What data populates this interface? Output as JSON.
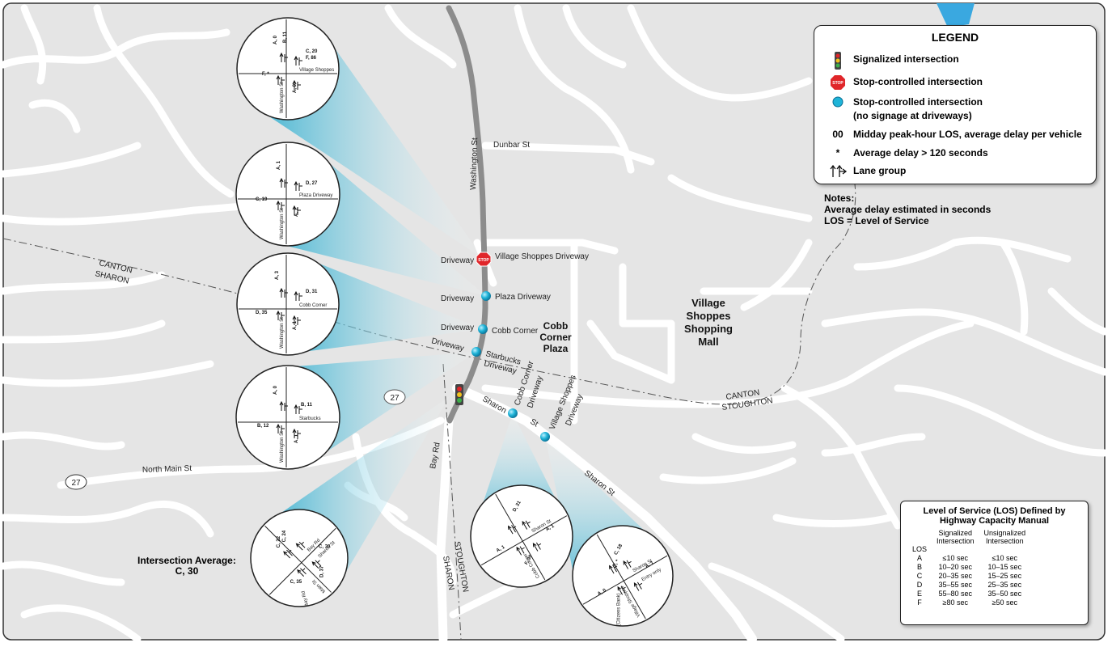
{
  "legend": {
    "title": "LEGEND",
    "items": [
      {
        "icon": "traffic-signal-icon",
        "label": "Signalized intersection"
      },
      {
        "icon": "stop-sign-icon",
        "label": "Stop-controlled intersection"
      },
      {
        "icon": "blue-dot-icon",
        "label": "Stop-controlled intersection"
      },
      {
        "icon": "",
        "label": "(no signage at driveways)"
      },
      {
        "icon": "00",
        "label": "Midday peak-hour LOS, average delay per vehicle"
      },
      {
        "icon": "*",
        "label": "Average delay > 120 seconds"
      },
      {
        "icon": "lane-group-icon",
        "label": "Lane group"
      }
    ],
    "stop_text": "STOP"
  },
  "notes": {
    "title": "Notes:",
    "line1": "Average delay estimated in seconds",
    "line2": "LOS = Level of Service"
  },
  "los_table": {
    "title1": "Level of Service (LOS) Defined by",
    "title2": "Highway Capacity Manual",
    "head_los": "LOS",
    "head_sig1": "Signalized",
    "head_sig2": "Intersection",
    "head_uns1": "Unsignalized",
    "head_uns2": "Intersection",
    "rows": [
      {
        "los": "A",
        "sig": "≤10 sec",
        "uns": "≤10 sec"
      },
      {
        "los": "B",
        "sig": "10–20 sec",
        "uns": "10–15 sec"
      },
      {
        "los": "C",
        "sig": "20–35 sec",
        "uns": "15–25 sec"
      },
      {
        "los": "D",
        "sig": "35–55 sec",
        "uns": "25–35 sec"
      },
      {
        "los": "E",
        "sig": "55–80 sec",
        "uns": "35–50 sec"
      },
      {
        "los": "F",
        "sig": "≥80 sec",
        "uns": "≥50 sec"
      }
    ]
  },
  "map_labels": {
    "washington_st": "Washington St",
    "dunbar_st": "Dunbar St",
    "driveway": "Driveway",
    "village_shoppes_driveway": "Village Shoppes Driveway",
    "plaza_driveway": "Plaza Driveway",
    "cobb_corner": "Cobb Corner",
    "starbucks": "Starbucks",
    "driveway_word": "Driveway",
    "cobb_corner_plaza_1": "Cobb",
    "cobb_corner_plaza_2": "Corner",
    "cobb_corner_plaza_3": "Plaza",
    "mall_1": "Village",
    "mall_2": "Shoppes",
    "mall_3": "Shopping",
    "mall_4": "Mall",
    "canton": "CANTON",
    "sharon": "SHARON",
    "canton2": "CANTON",
    "stoughton": "STOUGHTON",
    "stoughton2": "STOUGHTON",
    "sharon2": "SHARON",
    "bay_rd": "Bay Rd",
    "sharon_st_1": "Sharon",
    "sharon_st_2": "St",
    "sharon_st_3": "Sharon St",
    "cobb_corner_driveway_1": "Cobb Corner",
    "cobb_corner_driveway_2": "Driveway",
    "village_shoppes_driveway_1": "Village Shoppes",
    "village_shoppes_driveway_2": "Driveway",
    "north_main_st": "North Main St",
    "route_27": "27"
  },
  "intersection_average": {
    "line1": "Intersection Average:",
    "line2": "C, 30"
  },
  "circles": [
    {
      "id": "village-shoppes",
      "labels": [
        "A, 0",
        "B, 11",
        "C, 20",
        "F, 86",
        "F, *",
        "A, 0"
      ],
      "street1": "Washington St",
      "street2": "Village Shoppes"
    },
    {
      "id": "plaza",
      "labels": [
        "A, 1",
        "D, 27",
        "C, 19",
        "A, 1"
      ],
      "street1": "Washington St",
      "street2": "Plaza Driveway"
    },
    {
      "id": "cobb-corner",
      "labels": [
        "A, 3",
        "D, 31",
        "D, 35",
        "A, 1"
      ],
      "street1": "Washington St",
      "street2": "Cobb Corner"
    },
    {
      "id": "starbucks",
      "labels": [
        "A, 0",
        "B, 11",
        "B, 12",
        "A, 1"
      ],
      "street1": "Washington St",
      "street2": "Starbucks"
    },
    {
      "id": "main",
      "labels": [
        "C, 22",
        "C, 24",
        "C, 30",
        "C, 35",
        "D, 37"
      ],
      "street1": "Main St",
      "street2": "Bay Rd",
      "street3": "Sharon St",
      "street4": "Bay Rd"
    },
    {
      "id": "sharon-cobb",
      "labels": [
        "D, 31",
        "A, 1",
        "A, 1",
        "F, 90"
      ],
      "street1": "Cobb Corner",
      "street2": "Sharon St"
    },
    {
      "id": "sharon-village",
      "labels": [
        "C, 18",
        "F, *",
        "A, 0",
        "A, 1"
      ],
      "street1": "Village Shoppes",
      "street2": "Sharon St",
      "street3": "Entry only",
      "street4": "(Citizens Bank)"
    }
  ],
  "colors": {
    "land": "#e5e5e5",
    "road": "#ffffff",
    "main_road": "#999999",
    "accent": "#29b6d6",
    "stop": "#e0262a"
  }
}
